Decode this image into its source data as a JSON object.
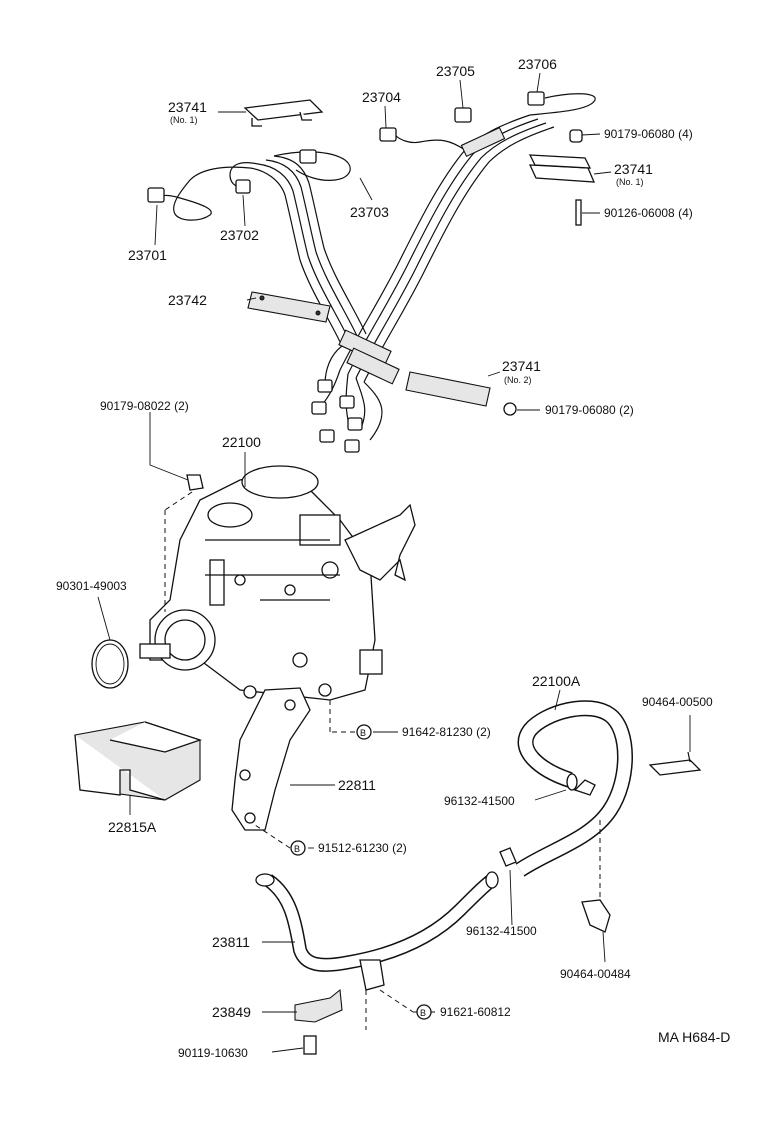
{
  "labels": {
    "l23741a": "23741",
    "l23741a_sub": "(No. 1)",
    "l23704": "23704",
    "l23705": "23705",
    "l23706": "23706",
    "l90179_06080a": "90179-06080 (4)",
    "l23741b": "23741",
    "l23741b_sub": "(No. 1)",
    "l90126": "90126-06008 (4)",
    "l23703": "23703",
    "l23702": "23702",
    "l23701": "23701",
    "l23742": "23742",
    "l23741c": "23741",
    "l23741c_sub": "(No. 2)",
    "l90179_06080b": "90179-06080 (2)",
    "l90179_08022": "90179-08022 (2)",
    "l22100": "22100",
    "l90301": "90301-49003",
    "l22100A": "22100A",
    "l90464_00500": "90464-00500",
    "l91642": "91642-81230 (2)",
    "l22811": "22811",
    "l96132a": "96132-41500",
    "l22815A": "22815A",
    "l91512": "91512-61230 (2)",
    "l96132b": "96132-41500",
    "l23811": "23811",
    "l90464_00484": "90464-00484",
    "l23849": "23849",
    "l91621": "91621-60812",
    "l90119": "90119-10630",
    "code": "MA H684-D",
    "badge": "B"
  }
}
